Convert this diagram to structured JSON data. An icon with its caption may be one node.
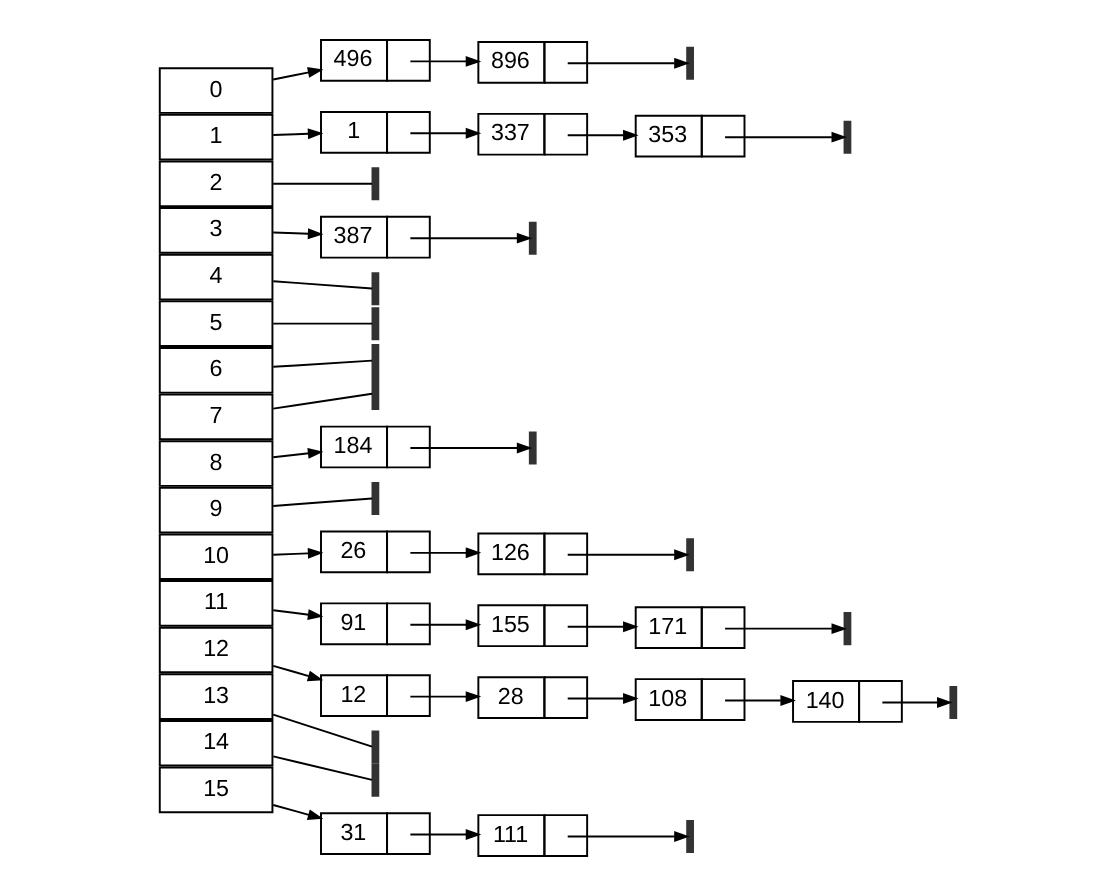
{
  "diagram": {
    "nodes": [
      {
        "text": [
          "0"
        ]
      },
      {
        "text": [
          "496"
        ]
      },
      {
        "text": [
          "896"
        ]
      },
      {
        "text": [],
        "shape": "bar"
      },
      {
        "text": [
          "1"
        ]
      },
      {
        "text": [
          "1"
        ]
      },
      {
        "text": [
          "337"
        ]
      },
      {
        "text": [
          "353"
        ]
      },
      {
        "text": [],
        "shape": "bar"
      },
      {
        "text": [
          "2"
        ]
      },
      {
        "text": [],
        "shape": "bar"
      },
      {
        "text": [
          "3"
        ]
      },
      {
        "text": [
          "387"
        ]
      },
      {
        "text": [],
        "shape": "bar"
      },
      {
        "text": [
          "4"
        ]
      },
      {
        "text": [],
        "shape": "bar"
      },
      {
        "text": [
          "5"
        ]
      },
      {
        "text": [],
        "shape": "bar"
      },
      {
        "text": [
          "6"
        ]
      },
      {
        "text": [],
        "shape": "bar"
      },
      {
        "text": [
          "7"
        ]
      },
      {
        "text": [],
        "shape": "bar"
      },
      {
        "text": [
          "8"
        ]
      },
      {
        "text": [
          "184"
        ]
      },
      {
        "text": [],
        "shape": "bar"
      },
      {
        "text": [
          "9"
        ]
      },
      {
        "text": [],
        "shape": "bar"
      },
      {
        "text": [
          "10"
        ]
      },
      {
        "text": [
          "26"
        ]
      },
      {
        "text": [
          "126"
        ]
      },
      {
        "text": [],
        "shape": "bar"
      },
      {
        "text": [
          "11"
        ]
      },
      {
        "text": [
          "91"
        ]
      },
      {
        "text": [
          "155"
        ]
      },
      {
        "text": [
          "171"
        ]
      },
      {
        "text": [],
        "shape": "bar"
      },
      {
        "text": [
          "12"
        ]
      },
      {
        "text": [
          "12"
        ]
      },
      {
        "text": [
          "28"
        ]
      },
      {
        "text": [
          "108"
        ]
      },
      {
        "text": [
          "140"
        ]
      },
      {
        "text": [],
        "shape": "bar"
      },
      {
        "text": [
          "13"
        ]
      },
      {
        "text": [],
        "shape": "bar"
      },
      {
        "text": [
          "14"
        ]
      },
      {
        "text": [],
        "shape": "bar"
      },
      {
        "text": [
          "15"
        ]
      },
      {
        "text": [
          "31"
        ]
      },
      {
        "text": [
          "111"
        ]
      },
      {
        "text": [],
        "shape": "bar"
      }
    ],
    "edges": [
      {
        "from": 0,
        "to": 1,
        "arrow": "to"
      },
      {
        "from": 1,
        "to": 2,
        "arrow": "to"
      },
      {
        "from": 2,
        "to": 3,
        "arrow": "to"
      },
      {
        "from": 4,
        "to": 5,
        "arrow": "to"
      },
      {
        "from": 5,
        "to": 6,
        "arrow": "to"
      },
      {
        "from": 6,
        "to": 7,
        "arrow": "to"
      },
      {
        "from": 7,
        "to": 8,
        "arrow": "to"
      },
      {
        "from": 9,
        "to": 10,
        "arrow": "none"
      },
      {
        "from": 11,
        "to": 12,
        "arrow": "to"
      },
      {
        "from": 12,
        "to": 13,
        "arrow": "to"
      },
      {
        "from": 14,
        "to": 15,
        "arrow": "none"
      },
      {
        "from": 16,
        "to": 17,
        "arrow": "none"
      },
      {
        "from": 18,
        "to": 19,
        "arrow": "none"
      },
      {
        "from": 20,
        "to": 21,
        "arrow": "none"
      },
      {
        "from": 22,
        "to": 23,
        "arrow": "to"
      },
      {
        "from": 23,
        "to": 24,
        "arrow": "to"
      },
      {
        "from": 25,
        "to": 26,
        "arrow": "none"
      },
      {
        "from": 27,
        "to": 28,
        "arrow": "to"
      },
      {
        "from": 28,
        "to": 29,
        "arrow": "to"
      },
      {
        "from": 29,
        "to": 30,
        "arrow": "to"
      },
      {
        "from": 31,
        "to": 32,
        "arrow": "to"
      },
      {
        "from": 32,
        "to": 33,
        "arrow": "to"
      },
      {
        "from": 33,
        "to": 34,
        "arrow": "to"
      },
      {
        "from": 34,
        "to": 35,
        "arrow": "to"
      },
      {
        "from": 36,
        "to": 37,
        "arrow": "to"
      },
      {
        "from": 37,
        "to": 38,
        "arrow": "to"
      },
      {
        "from": 38,
        "to": 39,
        "arrow": "to"
      },
      {
        "from": 39,
        "to": 40,
        "arrow": "to"
      },
      {
        "from": 40,
        "to": 41,
        "arrow": "to"
      },
      {
        "from": 42,
        "to": 43,
        "arrow": "none"
      },
      {
        "from": 44,
        "to": 45,
        "arrow": "none"
      },
      {
        "from": 46,
        "to": 47,
        "arrow": "to"
      },
      {
        "from": 47,
        "to": 48,
        "arrow": "to"
      },
      {
        "from": 48,
        "to": 49,
        "arrow": "to"
      }
    ]
  }
}
